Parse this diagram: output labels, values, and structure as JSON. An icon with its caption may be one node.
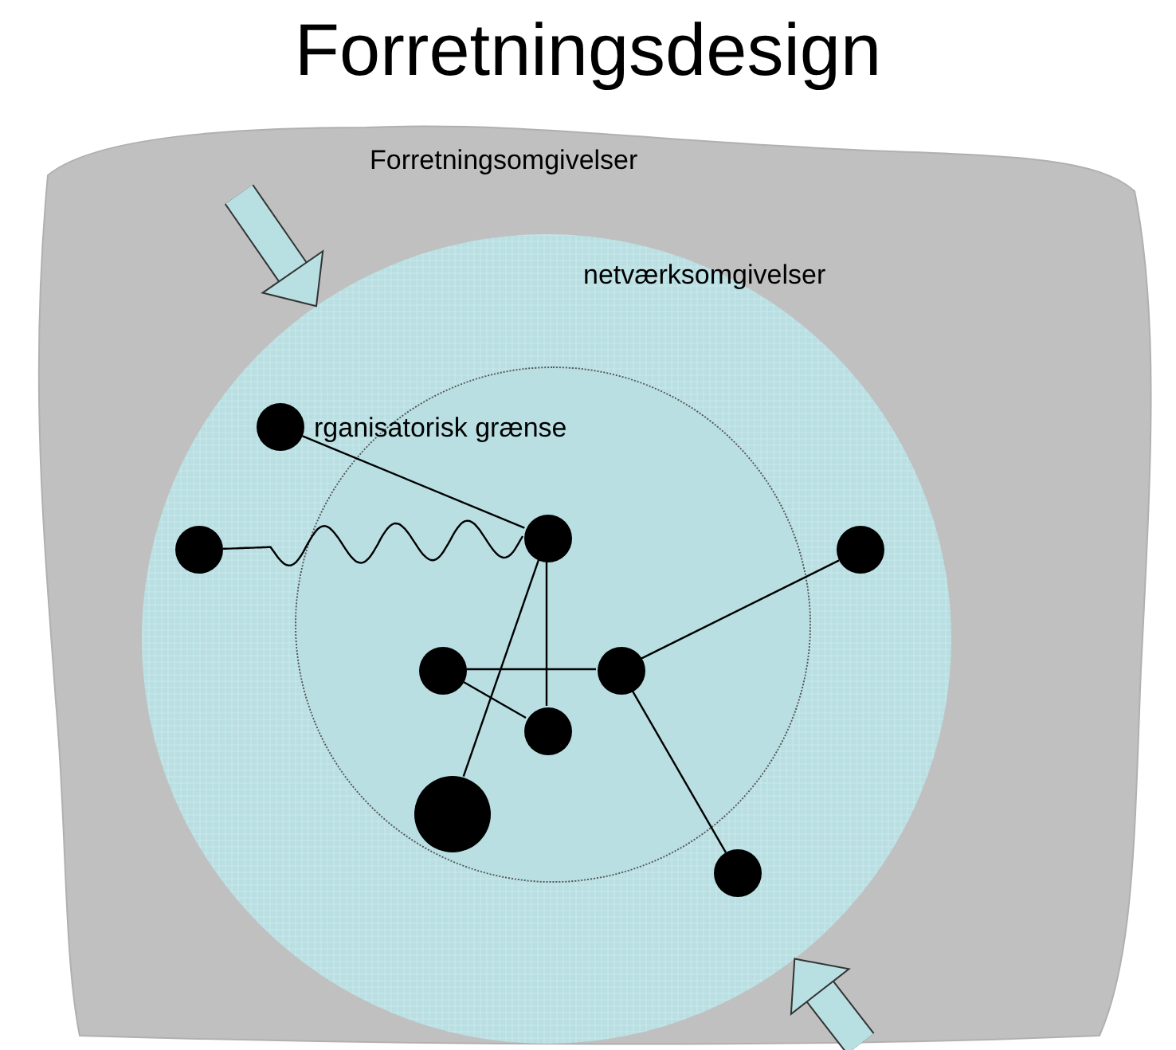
{
  "diagram": {
    "title": "Forretningsdesign",
    "nodes": [
      {
        "text": [
          "Forretningsomgivelser"
        ]
      },
      {
        "text": [
          "netværksomgivelser"
        ],
        "in": 0
      },
      {
        "text": [
          "rganisatorisk grænse"
        ],
        "in": 1
      },
      {
        "text": [],
        "shape": "circle",
        "in": 1
      },
      {
        "text": [],
        "shape": "circle",
        "in": 1
      },
      {
        "text": [],
        "shape": "circle",
        "in": 2
      },
      {
        "text": [],
        "shape": "circle",
        "in": 1
      },
      {
        "text": [],
        "shape": "circle",
        "in": 2
      },
      {
        "text": [],
        "shape": "circle",
        "in": 2
      },
      {
        "text": [],
        "shape": "circle",
        "in": 2
      },
      {
        "text": [],
        "shape": "circle",
        "in": 2
      },
      {
        "text": [],
        "shape": "circle",
        "in": 1
      }
    ],
    "edges": [
      {
        "from": 3,
        "to": 5,
        "arrow": "none"
      },
      {
        "from": 4,
        "to": 5,
        "arrow": "none"
      },
      {
        "from": 5,
        "to": 9,
        "arrow": "none"
      },
      {
        "from": 5,
        "to": 10,
        "arrow": "none"
      },
      {
        "from": 7,
        "to": 8,
        "arrow": "none"
      },
      {
        "from": 7,
        "to": 9,
        "arrow": "none"
      },
      {
        "from": 8,
        "to": 6,
        "arrow": "none"
      },
      {
        "from": 8,
        "to": 11,
        "arrow": "none"
      },
      {
        "from": null,
        "to": 1,
        "arrow": "to",
        "style": "thick",
        "color": "#b8e0e3"
      },
      {
        "from": null,
        "to": 1,
        "arrow": "to",
        "style": "thick",
        "color": "#b8e0e3"
      }
    ]
  }
}
